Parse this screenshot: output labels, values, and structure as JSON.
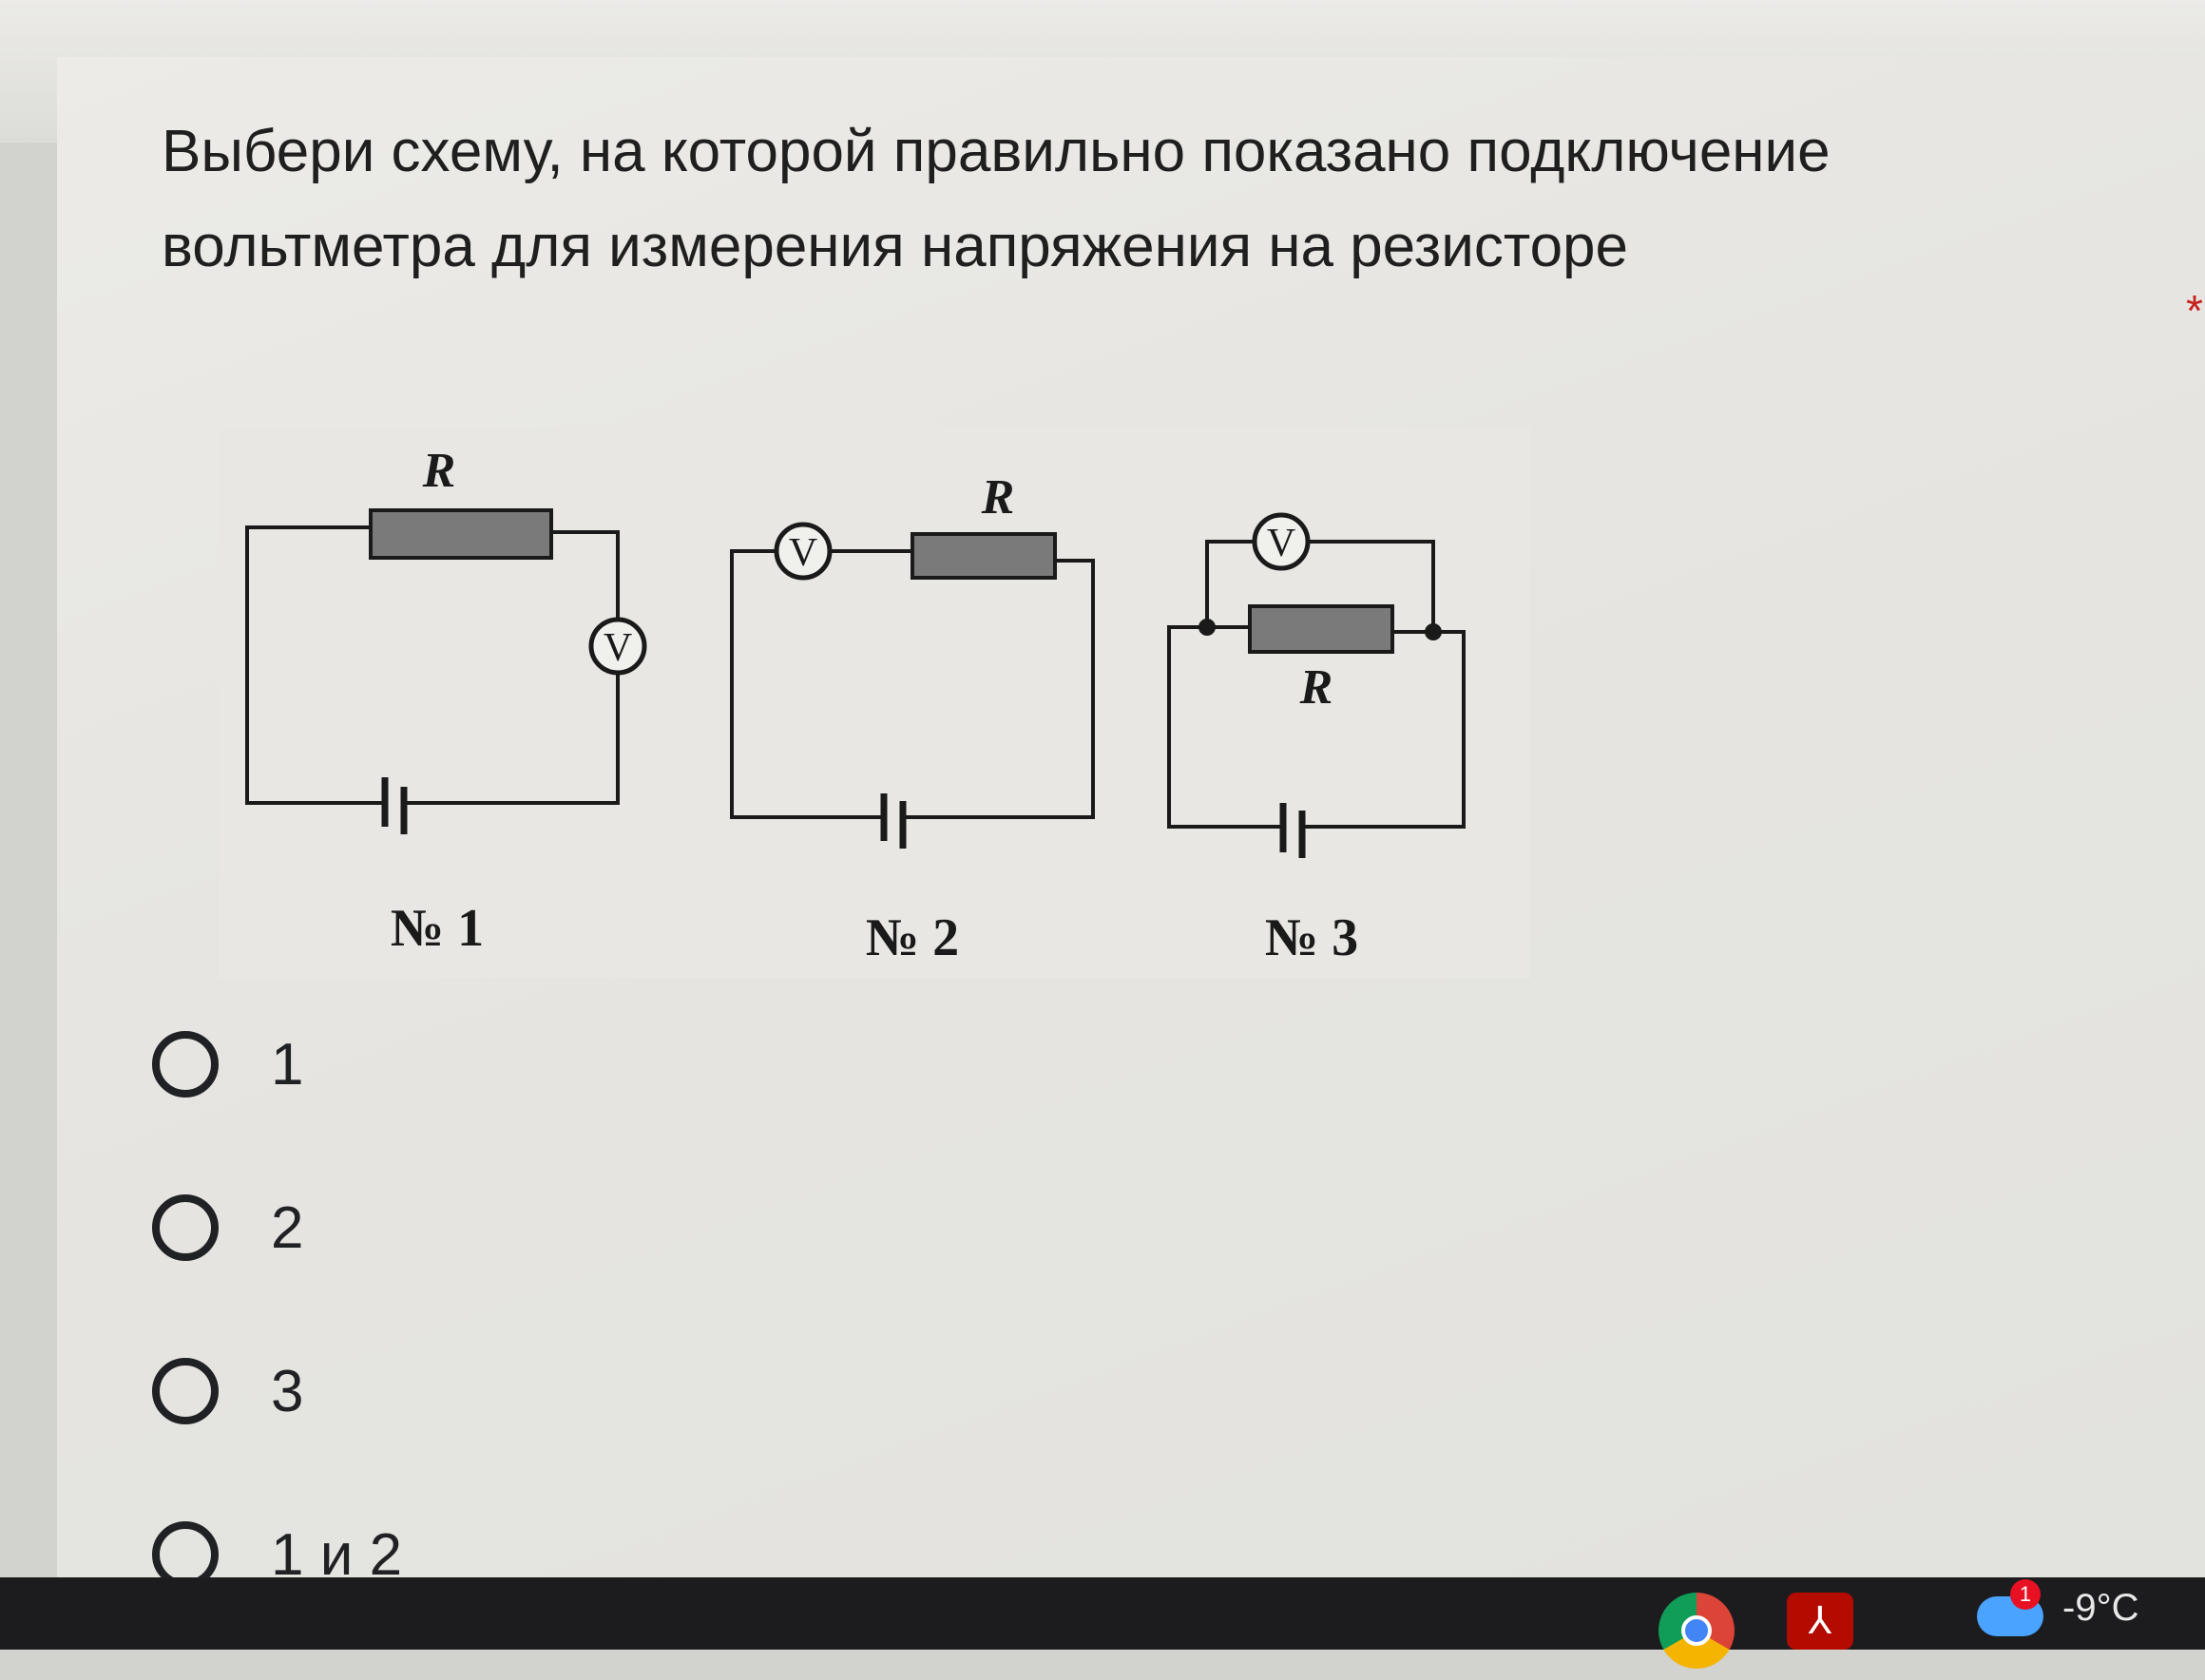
{
  "question": {
    "text": "Выбери схему, на которой правильно показано подключение вольтметра для измерения напряжения на резисторе",
    "required_mark": "*"
  },
  "diagram": {
    "circuits": [
      {
        "number_label": "№ 1",
        "resistor_label": "R",
        "voltmeter_label": "V"
      },
      {
        "number_label": "№ 2",
        "resistor_label": "R",
        "voltmeter_label": "V"
      },
      {
        "number_label": "№ 3",
        "resistor_label": "R",
        "voltmeter_label": "V"
      }
    ]
  },
  "options": [
    {
      "label": "1",
      "selected": false
    },
    {
      "label": "2",
      "selected": false
    },
    {
      "label": "3",
      "selected": false
    },
    {
      "label": "1 и 2",
      "selected": false
    }
  ],
  "taskbar": {
    "icons": [
      "chrome-icon",
      "acrobat-icon",
      "weather-icon"
    ],
    "weather_badge": "1",
    "temperature": "-9°C"
  }
}
